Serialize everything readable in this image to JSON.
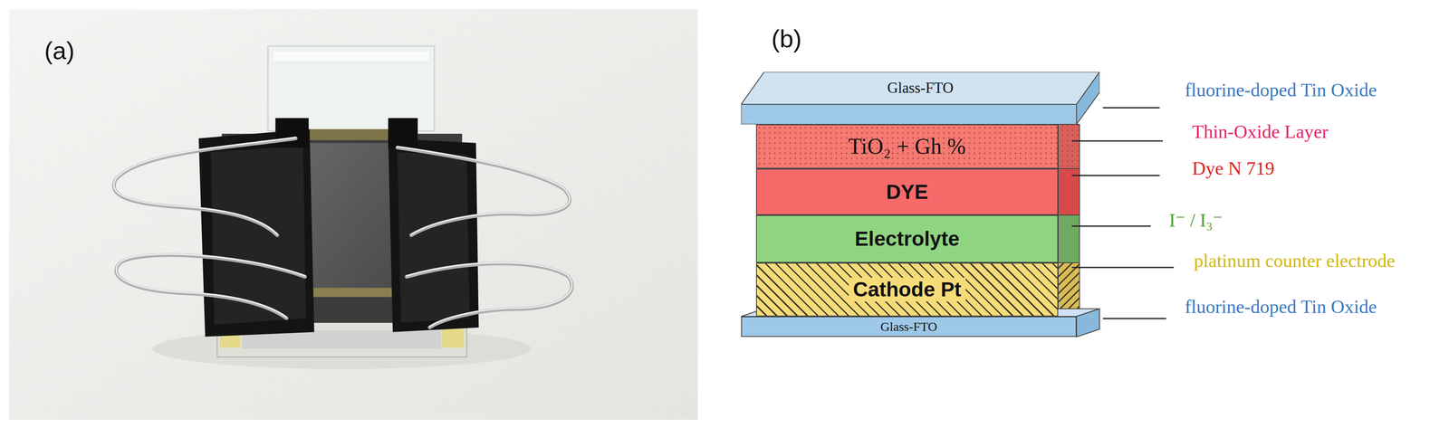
{
  "diagram": {
    "nodes": [
      {
        "text": [
          "Glass-FTO"
        ]
      },
      {
        "text": [
          "TiO₂ + Gh %"
        ]
      },
      {
        "text": [
          "DYE"
        ]
      },
      {
        "text": [
          "Electrolyte"
        ]
      },
      {
        "text": [
          "Cathode Pt"
        ]
      },
      {
        "text": [
          "Glass-FTO"
        ]
      }
    ],
    "labels": [
      "(a)",
      "(b)",
      "fluorine-doped Tin Oxide",
      "Thin-Oxide Layer",
      "Dye N 719",
      "I⁻ / I₃⁻",
      "platinum counter electrode",
      "fluorine-doped Tin Oxide"
    ]
  }
}
